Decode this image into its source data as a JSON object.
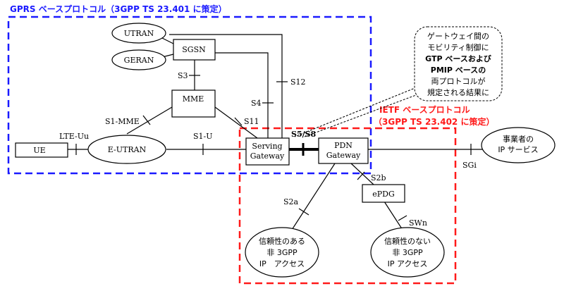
{
  "regions": {
    "gprs": {
      "title": "GPRS ベースプロトコル（3GPP TS 23.401 に策定）",
      "color": "#1a1aff"
    },
    "ietf": {
      "title_line1": "IETF ベースプロトコル",
      "title_line2": "（3GPP TS 23.402 に策定）",
      "color": "#ff1a1a"
    }
  },
  "nodes": {
    "utran": "UTRAN",
    "geran": "GERAN",
    "sgsn": "SGSN",
    "mme": "MME",
    "ue": "UE",
    "e_utran": "E-UTRAN",
    "serving_gw_line1": "Serving",
    "serving_gw_line2": "Gateway",
    "pdn_gw_line1": "PDN",
    "pdn_gw_line2": "Gateway",
    "epdg": "ePDG",
    "trusted_line1": "信頼性のある",
    "trusted_line2": "非 3GPP",
    "trusted_line3": "IP　アクセス",
    "untrusted_line1": "信頼性のない",
    "untrusted_line2": "非 3GPP",
    "untrusted_line3": "IP アクセス",
    "operator_line1": "事業者の",
    "operator_line2": "IP サービス"
  },
  "interfaces": {
    "s3": "S3",
    "s4": "S4",
    "s12": "S12",
    "s1_mme": "S1-MME",
    "s11": "S11",
    "lte_uu": "LTE-Uu",
    "s1_u": "S1-U",
    "s5_s8": "S5/S8",
    "sgi": "SGi",
    "s2b": "S2b",
    "s2a": "S2a",
    "swn": "SWn"
  },
  "callout": {
    "line1": "ゲートウェイ間の",
    "line2": "モビリティ制御に",
    "line3": "GTP ベースおよび",
    "line4": "PMIP ベースの",
    "line5": "両プロトコルが",
    "line6": "規定される結果に"
  }
}
